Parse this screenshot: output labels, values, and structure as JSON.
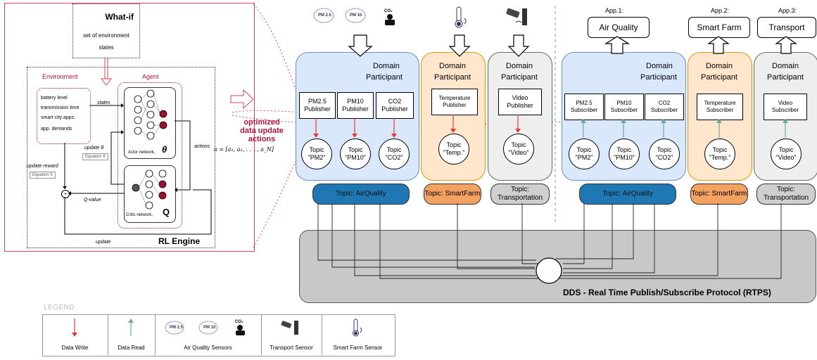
{
  "whatif": {
    "title": "What-if",
    "text1": "set of environment",
    "text2": "states"
  },
  "env": {
    "title": "Environment",
    "items": [
      "battery level",
      "transmission time",
      "smart city apps.",
      "app. demands"
    ]
  },
  "agent": {
    "title": "Agent"
  },
  "rl": {
    "states": "states",
    "actions": "actions",
    "update_theta": "update θ",
    "eq6": "Equation 6",
    "update_reward": "update reward",
    "eq5": "Equation 5",
    "qvalue": "Q-value",
    "update": "update",
    "actor": "Actor network,",
    "actor_sym": "θ",
    "critic": "Critic network,",
    "critic_sym": "Q",
    "engine": "RL Engine"
  },
  "opt": {
    "line1": "optimized",
    "line2": "data update",
    "line3": "actions",
    "formula": "a = [a₁, a₂, . . . , a_N]"
  },
  "dp_label1": "Domain",
  "dp_label2": "Participant",
  "publishers": [
    "PM2.5 Publisher",
    "PM10 Publisher",
    "CO2 Publisher",
    "Temperature Publisher",
    "Video Publisher"
  ],
  "subscribers": [
    "PM2.5 Subscriber",
    "PM10 Subscriber",
    "CO2 Subscriber",
    "Temperature Subscriber",
    "Video Subscriber"
  ],
  "topics": [
    "Topic \"PM2\"",
    "Topic \"PM10\"",
    "Topic \"CO2\"",
    "Topic \"Temp.\"",
    "Topic \"Video\""
  ],
  "topic_groups": [
    "Topic: AirQuality",
    "Topic: SmartFarm",
    "Topic: Transportation"
  ],
  "apps": [
    {
      "tag": "App.1:",
      "name": "Air Quality"
    },
    {
      "tag": "App.2:",
      "name": "Smart Farm"
    },
    {
      "tag": "App.3:",
      "name": "Transport"
    }
  ],
  "dds": "DDS - Real Time Publish/Subscribe Protocol (RTPS)",
  "legend": {
    "title": "LEGEND",
    "items": [
      "Data Write",
      "Data Read",
      "Air Quality Sensors",
      "Transport Sensor",
      "Smart Farm Sensor"
    ]
  },
  "sensor_labels": {
    "pm25": "PM 2.5",
    "pm10": "PM 10",
    "co2": "CO₂"
  },
  "colors": {
    "red": "#e53935",
    "teal": "#67ab9f",
    "topic_blue": "#1f78b4",
    "topic_orange": "#f4a261",
    "dark_red": "#b3133a",
    "rl_border": "#d6455b"
  }
}
